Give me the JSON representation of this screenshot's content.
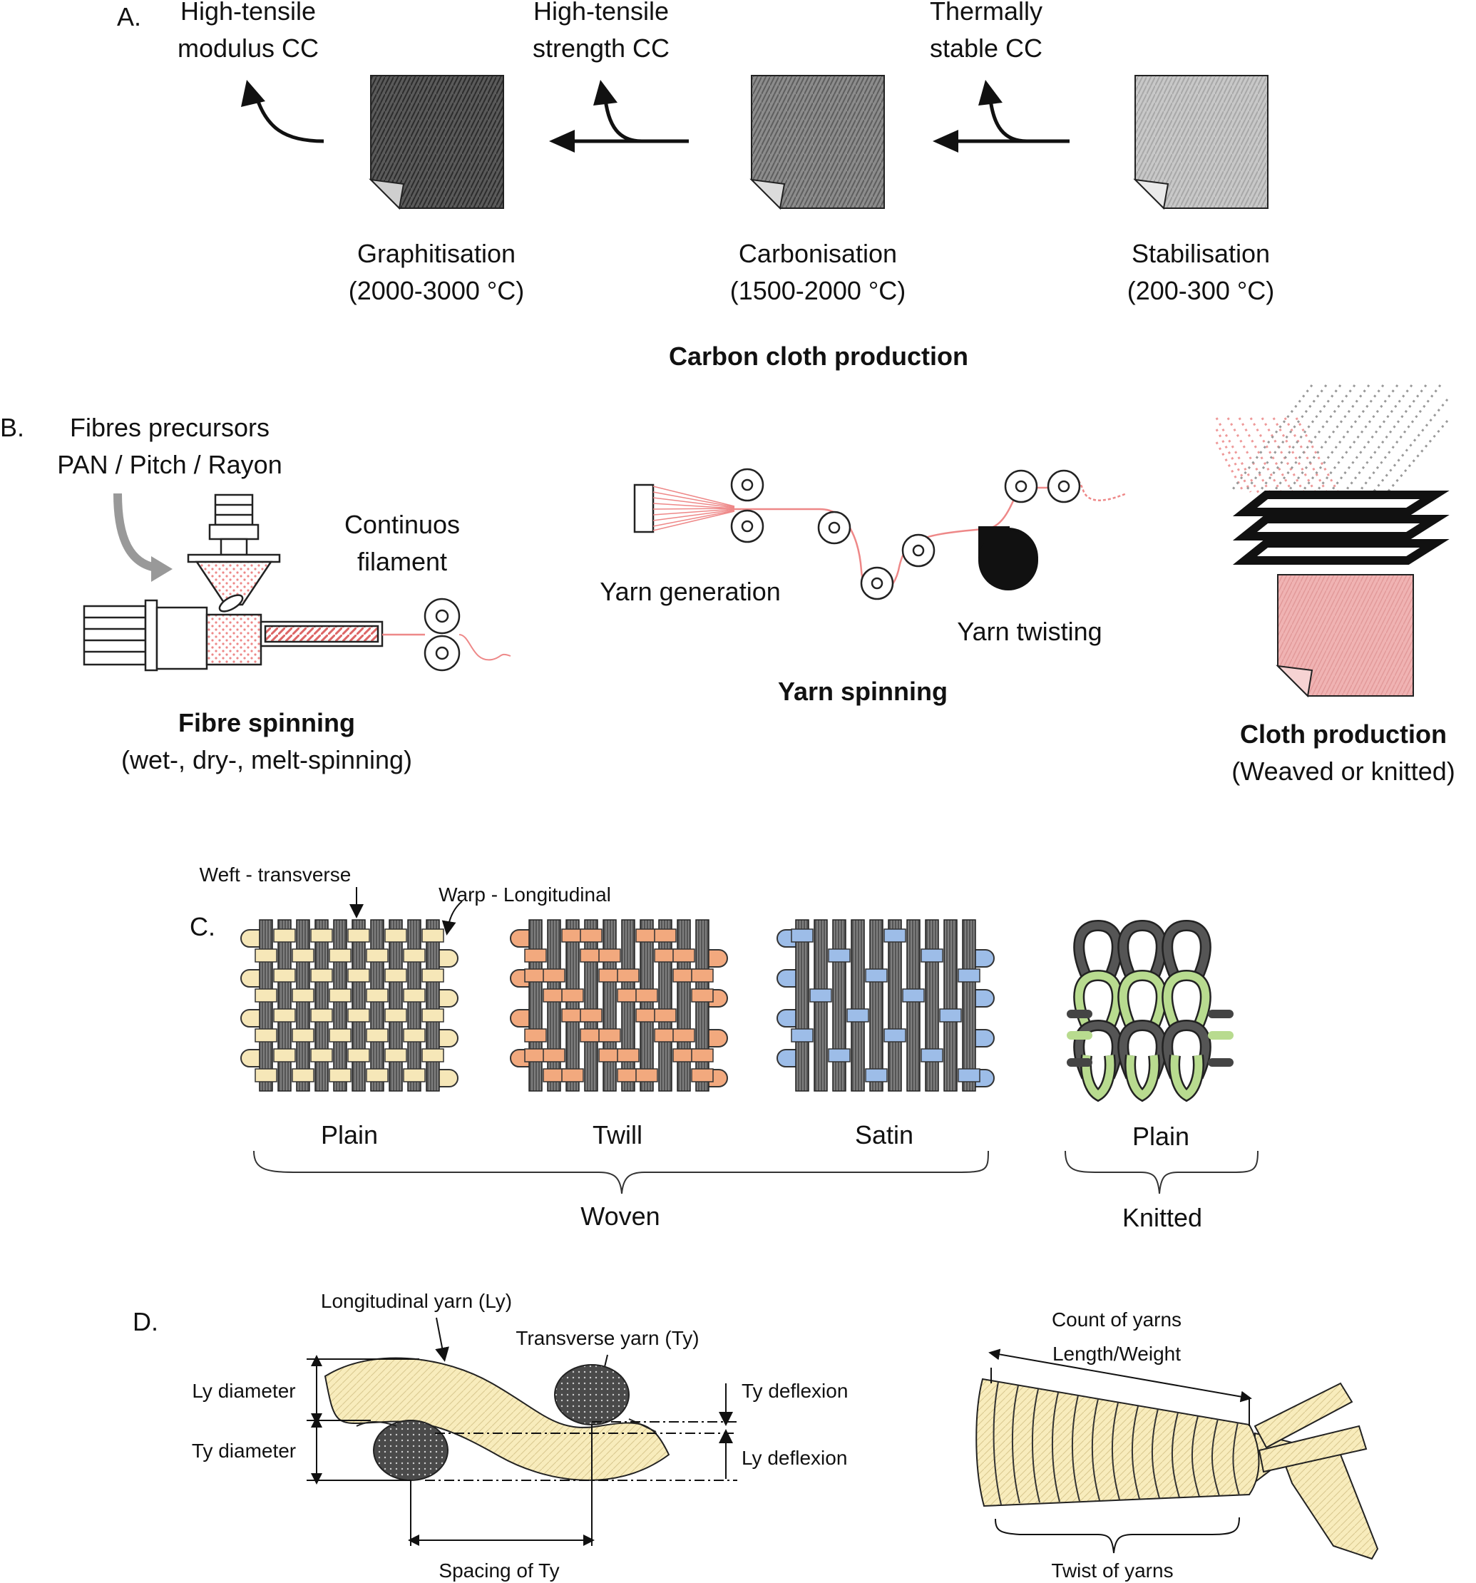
{
  "panel_a": {
    "letter": "A.",
    "top_labels": [
      [
        "High-tensile",
        "modulus CC"
      ],
      [
        "High-tensile",
        "strength CC"
      ],
      [
        "Thermally",
        "stable CC"
      ]
    ],
    "steps": [
      {
        "name": "Graphitisation",
        "temp": "(2000-3000 °C)"
      },
      {
        "name": "Carbonisation",
        "temp": "(1500-2000 °C)"
      },
      {
        "name": "Stabilisation",
        "temp": "(200-300 °C)"
      }
    ],
    "title": "Carbon cloth production"
  },
  "panel_b": {
    "letter": "B.",
    "precursor": [
      "Fibres precursors",
      "PAN / Pitch / Rayon"
    ],
    "filament": [
      "Continuos",
      "filament"
    ],
    "fibre_title": "Fibre spinning",
    "fibre_sub": "(wet-, dry-, melt-spinning)",
    "yarn_generation": "Yarn generation",
    "yarn_twisting": "Yarn twisting",
    "yarn_title": "Yarn spinning",
    "cloth_title": "Cloth production",
    "cloth_sub": "(Weaved or knitted)"
  },
  "panel_c": {
    "letter": "C.",
    "weft": "Weft - transverse",
    "warp": "Warp - Longitudinal",
    "fabrics": [
      "Plain",
      "Twill",
      "Satin",
      "Plain"
    ],
    "group_woven": "Woven",
    "group_knitted": "Knitted"
  },
  "panel_d": {
    "letter": "D.",
    "ly": "Longitudinal yarn (Ly)",
    "ty": "Transverse  yarn (Ty)",
    "ly_diameter": "Ly diameter",
    "ty_diameter": "Ty diameter",
    "ty_deflexion": "Ty deflexion",
    "ly_deflexion": "Ly deflexion",
    "spacing": "Spacing of Ty",
    "count": [
      "Count of yarns",
      "Length/Weight"
    ],
    "twist": "Twist of yarns"
  },
  "colors": {
    "plain_weft": "#f6e7b8",
    "twill_weft": "#f2a97e",
    "satin_weft": "#9dbde8",
    "knit_green": "#b8db8f",
    "pink_cloth": "#f0b3b3",
    "yarn_yellow": "#f8ecbc"
  }
}
